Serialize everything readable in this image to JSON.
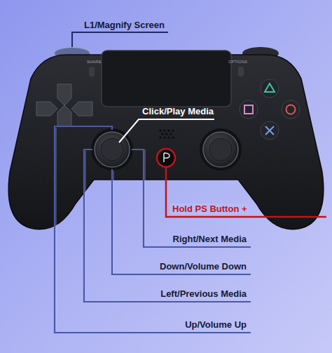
{
  "diagram": {
    "labels": [
      "L1/Magnify Screen",
      "SHARE",
      "OPTIONS",
      "Click/Play Media",
      "Hold PS Button +",
      "Right/Next Media",
      "Down/Volume Down",
      "Left/Previous Media",
      "Up/Volume Up"
    ]
  }
}
